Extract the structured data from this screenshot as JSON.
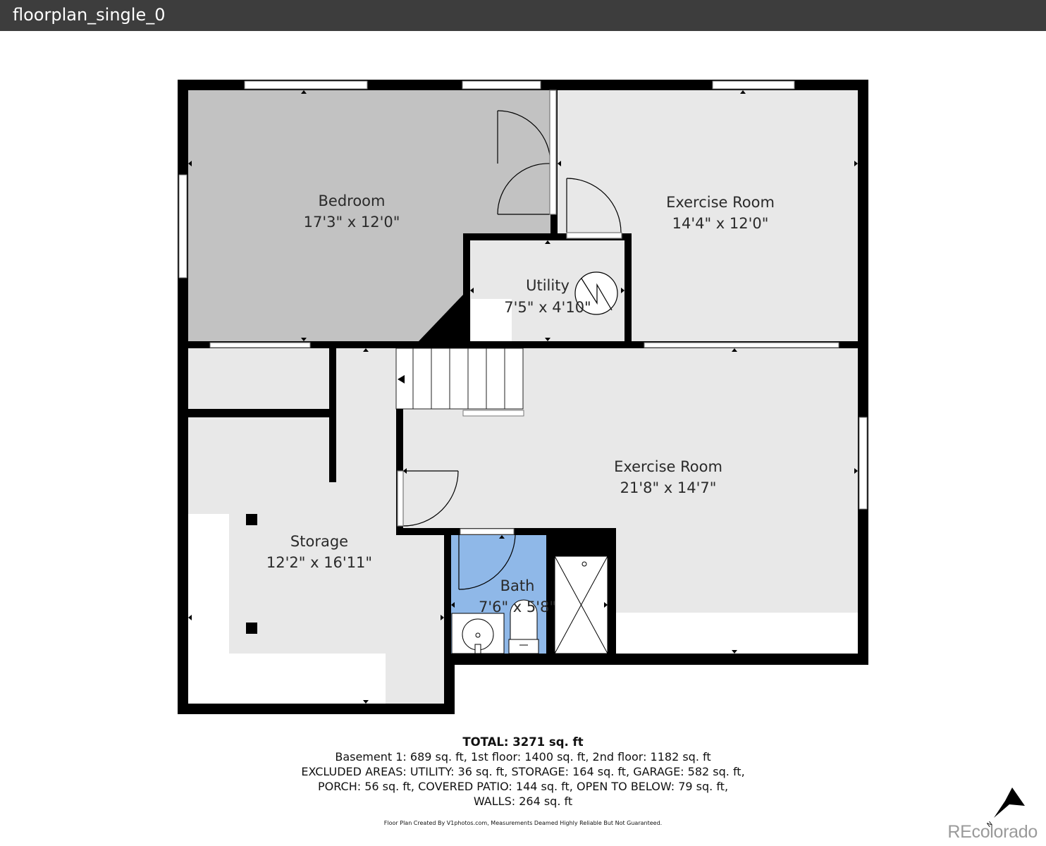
{
  "window": {
    "title": "floorplan_single_0"
  },
  "rooms": [
    {
      "name": "Bedroom",
      "dims": "17'3\" x 12'0\""
    },
    {
      "name": "Exercise Room",
      "dims": "14'4\" x 12'0\""
    },
    {
      "name": "Utility",
      "dims": "7'5\" x 4'10\""
    },
    {
      "name": "Exercise Room",
      "dims": "21'8\" x 14'7\""
    },
    {
      "name": "Storage",
      "dims": "12'2\" x 16'11\""
    },
    {
      "name": "Bath",
      "dims": "7'6\" x 5'8\""
    }
  ],
  "colors": {
    "bedroom": "#c2c2c2",
    "room": "#e8e8e8",
    "bath": "#8fb8e8",
    "wall": "#000000",
    "window": "#ffffff"
  },
  "summary": {
    "total": "TOTAL: 3271 sq. ft",
    "line1": "Basement 1: 689 sq. ft, 1st floor: 1400 sq. ft, 2nd floor: 1182 sq. ft",
    "line2": "EXCLUDED AREAS: UTILITY: 36 sq. ft, STORAGE: 164 sq. ft, GARAGE: 582 sq. ft,",
    "line3": "PORCH: 56 sq. ft, COVERED PATIO: 144 sq. ft, OPEN TO BELOW: 79 sq. ft,",
    "line4": "WALLS: 264 sq. ft"
  },
  "disclaimer": "Floor Plan Created By V1photos.com, Measurements Deamed Highly Reliable But Not Guaranteed.",
  "compass": {
    "icon": "north-arrow-icon",
    "label": "N"
  },
  "watermark": "REcolorado"
}
